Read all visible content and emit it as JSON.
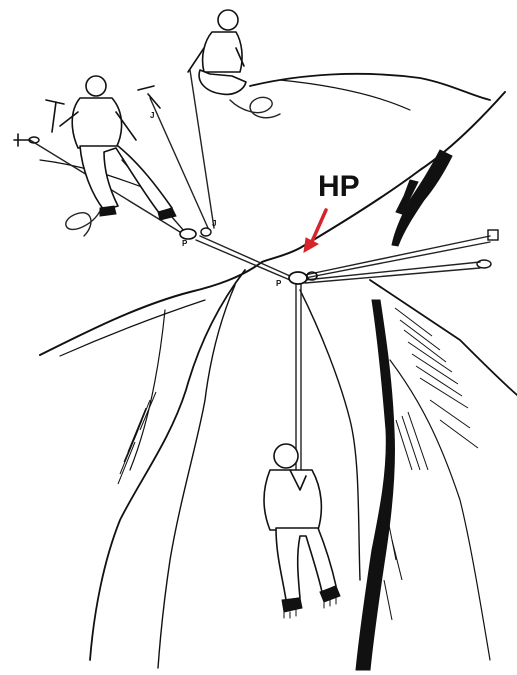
{
  "annotation": {
    "main_label": "HP",
    "arrow_color": "#d8232a"
  },
  "point_labels": {
    "j_upper": "J",
    "j_middle": "J",
    "p_middle": "P",
    "p_main": "P"
  },
  "colors": {
    "ink": "#111111",
    "background": "#ffffff"
  },
  "icons": [
    "ice-axe-icon",
    "anchor-piton-icon"
  ]
}
